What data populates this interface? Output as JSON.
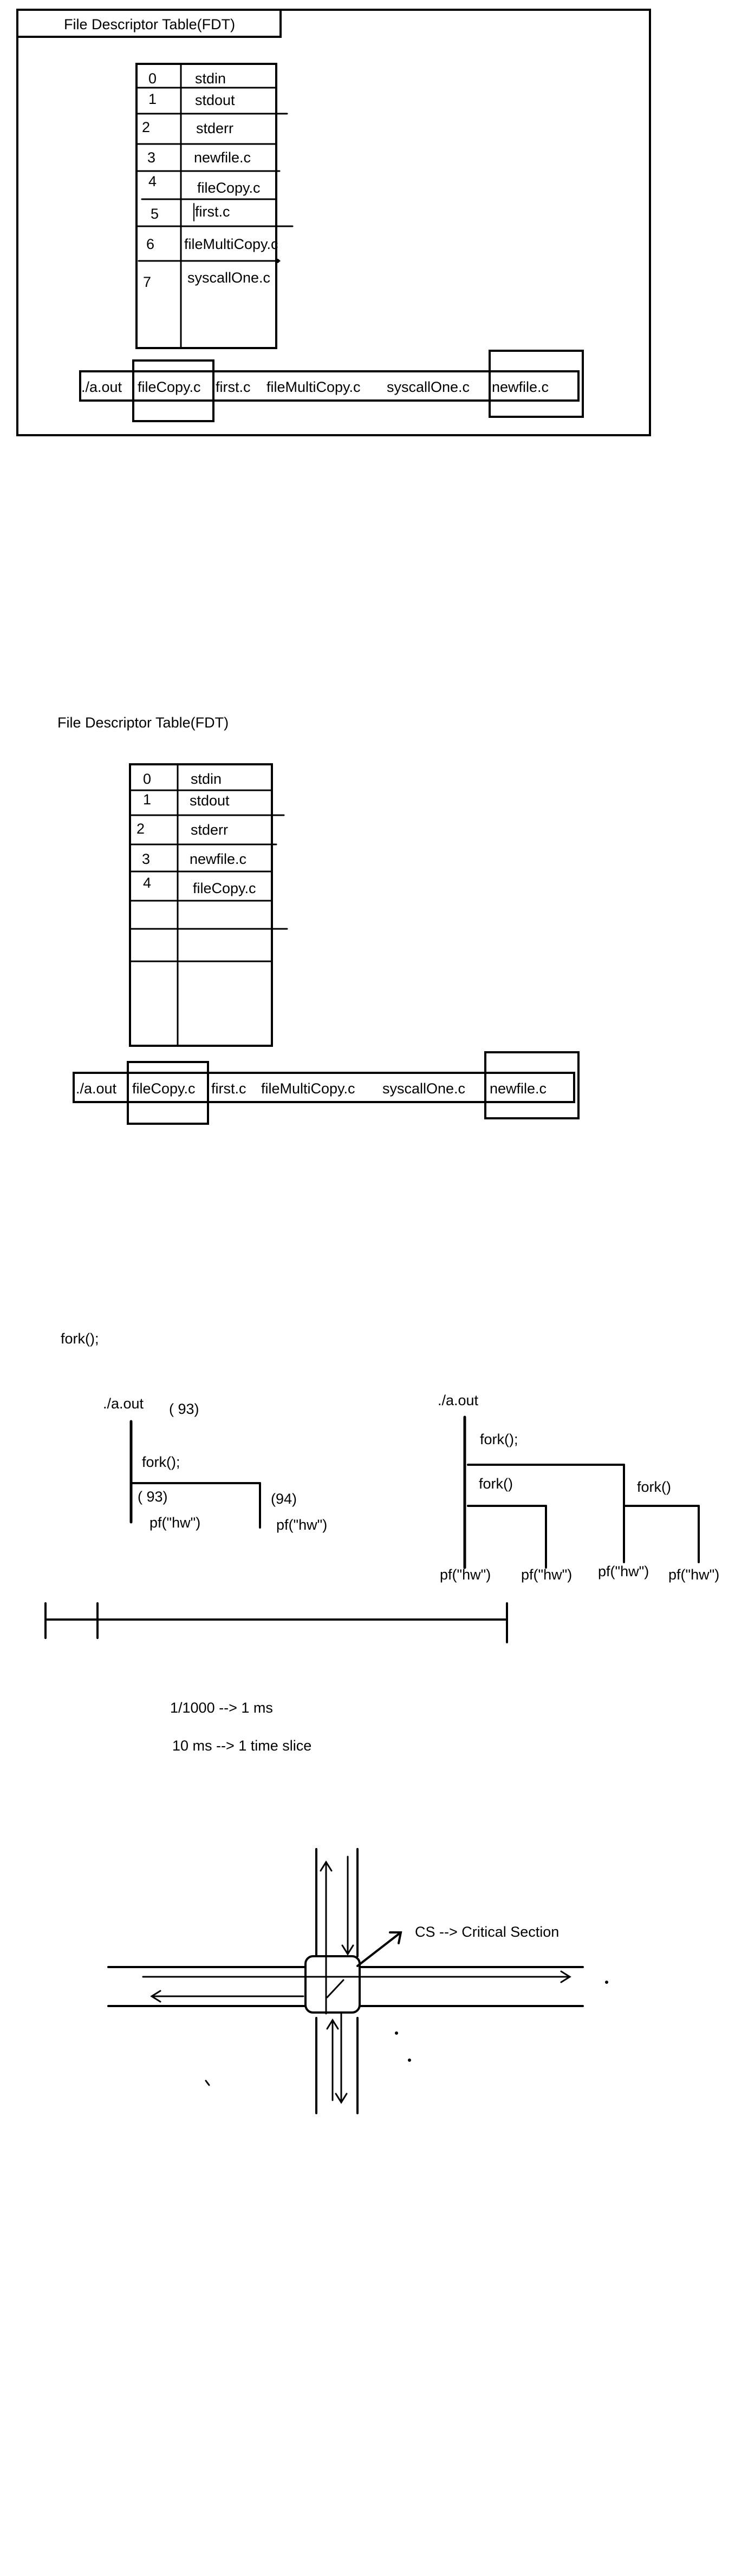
{
  "fdt1": {
    "title": "File Descriptor Table(FDT)",
    "rows": [
      {
        "fd": "0",
        "name": "stdin"
      },
      {
        "fd": "1",
        "name": "stdout"
      },
      {
        "fd": "2",
        "name": "stderr"
      },
      {
        "fd": "3",
        "name": "newfile.c"
      },
      {
        "fd": "4",
        "name": "fileCopy.c"
      },
      {
        "fd": "5",
        "name": "first.c"
      },
      {
        "fd": "6",
        "name": "fileMultiCopy.c"
      },
      {
        "fd": "7",
        "name": "syscallOne.c"
      }
    ],
    "command": [
      "./a.out",
      "fileCopy.c",
      "first.c",
      "fileMultiCopy.c",
      "syscallOne.c",
      "newfile.c"
    ]
  },
  "fdt2": {
    "title": "File Descriptor Table(FDT)",
    "rows": [
      {
        "fd": "0",
        "name": "stdin"
      },
      {
        "fd": "1",
        "name": "stdout"
      },
      {
        "fd": "2",
        "name": "stderr"
      },
      {
        "fd": "3",
        "name": "newfile.c"
      },
      {
        "fd": "4",
        "name": "fileCopy.c"
      }
    ],
    "command": [
      "./a.out",
      "fileCopy.c",
      "first.c",
      "fileMultiCopy.c",
      "syscallOne.c",
      "newfile.c"
    ]
  },
  "fork": {
    "heading": "fork();",
    "left": {
      "program": "./a.out",
      "parent_pid": "( 93)",
      "call": "fork();",
      "child_pid_a": "( 93)",
      "child_pid_b": "(94)",
      "print_a": "pf(\"hw\")",
      "print_b": "pf(\"hw\")"
    },
    "right": {
      "program": "./a.out",
      "call1": "fork();",
      "call2": "fork()",
      "call3": "fork()",
      "prints": [
        "pf(\"hw\")",
        "pf(\"hw\")",
        "pf(\"hw\")",
        "pf(\"hw\")"
      ]
    }
  },
  "timing": {
    "line1": "1/1000 --> 1 ms",
    "line2": "10 ms --> 1 time slice"
  },
  "critical_section": {
    "label": "CS --> Critical Section"
  }
}
